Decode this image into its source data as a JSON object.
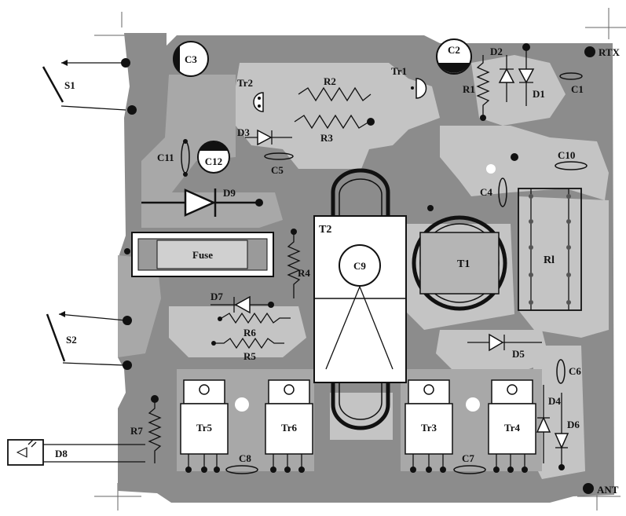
{
  "labels": {
    "s1": "S1",
    "s2": "S2",
    "c3": "C3",
    "c2": "C2",
    "c1": "C1",
    "c4": "C4",
    "c5": "C5",
    "c6": "C6",
    "c7": "C7",
    "c8": "C8",
    "c9": "C9",
    "c10": "C10",
    "c11": "C11",
    "c12": "C12",
    "tr1": "Tr1",
    "tr2": "Tr2",
    "tr3": "Tr3",
    "tr4": "Tr4",
    "tr5": "Tr5",
    "tr6": "Tr6",
    "r1": "R1",
    "r2": "R2",
    "r3": "R3",
    "r4": "R4",
    "r5": "R5",
    "r6": "R6",
    "r7": "R7",
    "d1": "D1",
    "d2": "D2",
    "d3": "D3",
    "d4": "D4",
    "d5": "D5",
    "d6": "D6",
    "d7": "D7",
    "d8": "D8",
    "d9": "D9",
    "t1": "T1",
    "t2": "T2",
    "rl": "Rl",
    "fuse": "Fuse",
    "rtx": "RTX",
    "ant": "ANT"
  },
  "colors": {
    "board_dark": "#8c8c8c",
    "board_light": "#c4c4c4",
    "board_mid": "#a8a8a8",
    "background": "#ffffff",
    "ink": "#111111"
  }
}
